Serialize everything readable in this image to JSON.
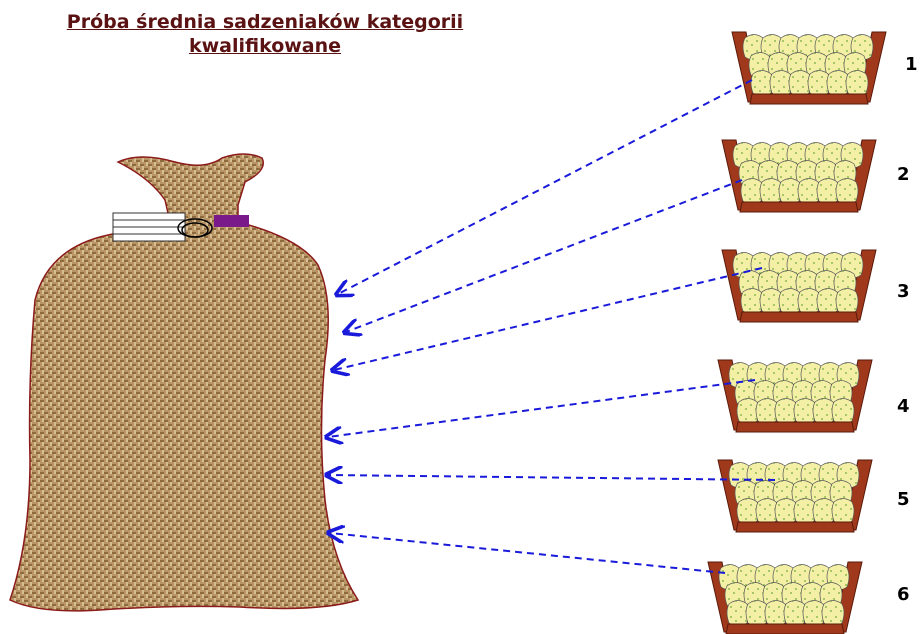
{
  "title": {
    "line1": "Próba średnia sadzeniaków kategorii",
    "line2": "kwalifikowane"
  },
  "colors": {
    "title": "#5a1212",
    "sack": "#b58f5f",
    "sack_outline": "#8b1a1a",
    "basket": "#a0391b",
    "potato": "#f2f2a0",
    "arrow": "#1a1adb",
    "tag": "#7a1a8a"
  },
  "baskets": [
    {
      "label": "1"
    },
    {
      "label": "2"
    },
    {
      "label": "3"
    },
    {
      "label": "4"
    },
    {
      "label": "5"
    },
    {
      "label": "6"
    }
  ]
}
